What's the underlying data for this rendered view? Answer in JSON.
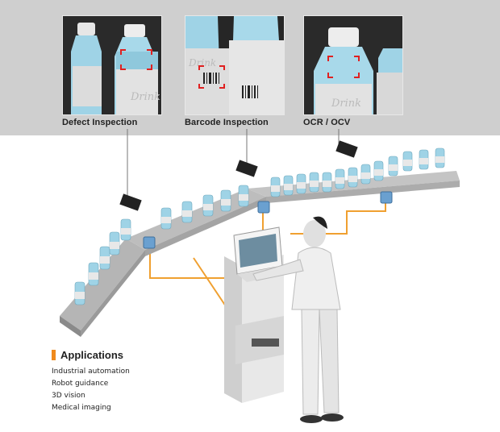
{
  "inspection_panels": [
    {
      "caption": "Defect Inspection",
      "bottle_label": "Drink"
    },
    {
      "caption": "Barcode Inspection",
      "bottle_label": "Drink"
    },
    {
      "caption": "OCR / OCV",
      "bottle_label": "Drink"
    }
  ],
  "applications": {
    "title": "Applications",
    "items": [
      "Industrial automation",
      "Robot guidance",
      "3D vision",
      "Medical imaging"
    ]
  },
  "colors": {
    "accent": "#f08a1c",
    "top_band": "#cfcfcf",
    "wire": "#f0a030",
    "bottle_glass": "#9fd3e6",
    "conveyor": "#bdbdbd"
  }
}
